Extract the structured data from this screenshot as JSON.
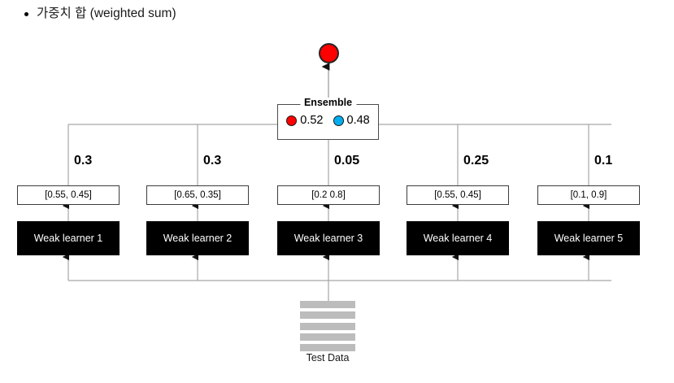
{
  "heading": {
    "bullet_text": "가중치 합 (weighted sum)"
  },
  "colors": {
    "class_a": "#ff0000",
    "class_b": "#00aeef",
    "learner_box_bg": "#000000",
    "learner_box_text": "#ffffff",
    "wire": "#a6a6a6",
    "box_border": "#3c3c3c",
    "testdata_bar": "#bcbcbc"
  },
  "output": {
    "name": "final-prediction",
    "color": "#ff0000",
    "outline": "#262626"
  },
  "ensemble": {
    "title": "Ensemble",
    "scores": [
      {
        "label": "0.52",
        "color": "#ff0000"
      },
      {
        "label": "0.48",
        "color": "#00aeef"
      }
    ]
  },
  "learners": [
    {
      "weight": "0.3",
      "probabilities": "[0.55, 0.45]",
      "name": "Weak learner 1"
    },
    {
      "weight": "0.3",
      "probabilities": "[0.65, 0.35]",
      "name": "Weak learner 2"
    },
    {
      "weight": "0.05",
      "probabilities": "[0.2 0.8]",
      "name": "Weak learner 3"
    },
    {
      "weight": "0.25",
      "probabilities": "[0.55, 0.45]",
      "name": "Weak learner 4"
    },
    {
      "weight": "0.1",
      "probabilities": "[0.1, 0.9]",
      "name": "Weak learner 5"
    }
  ],
  "test_data": {
    "label": "Test Data",
    "rows": 5
  }
}
